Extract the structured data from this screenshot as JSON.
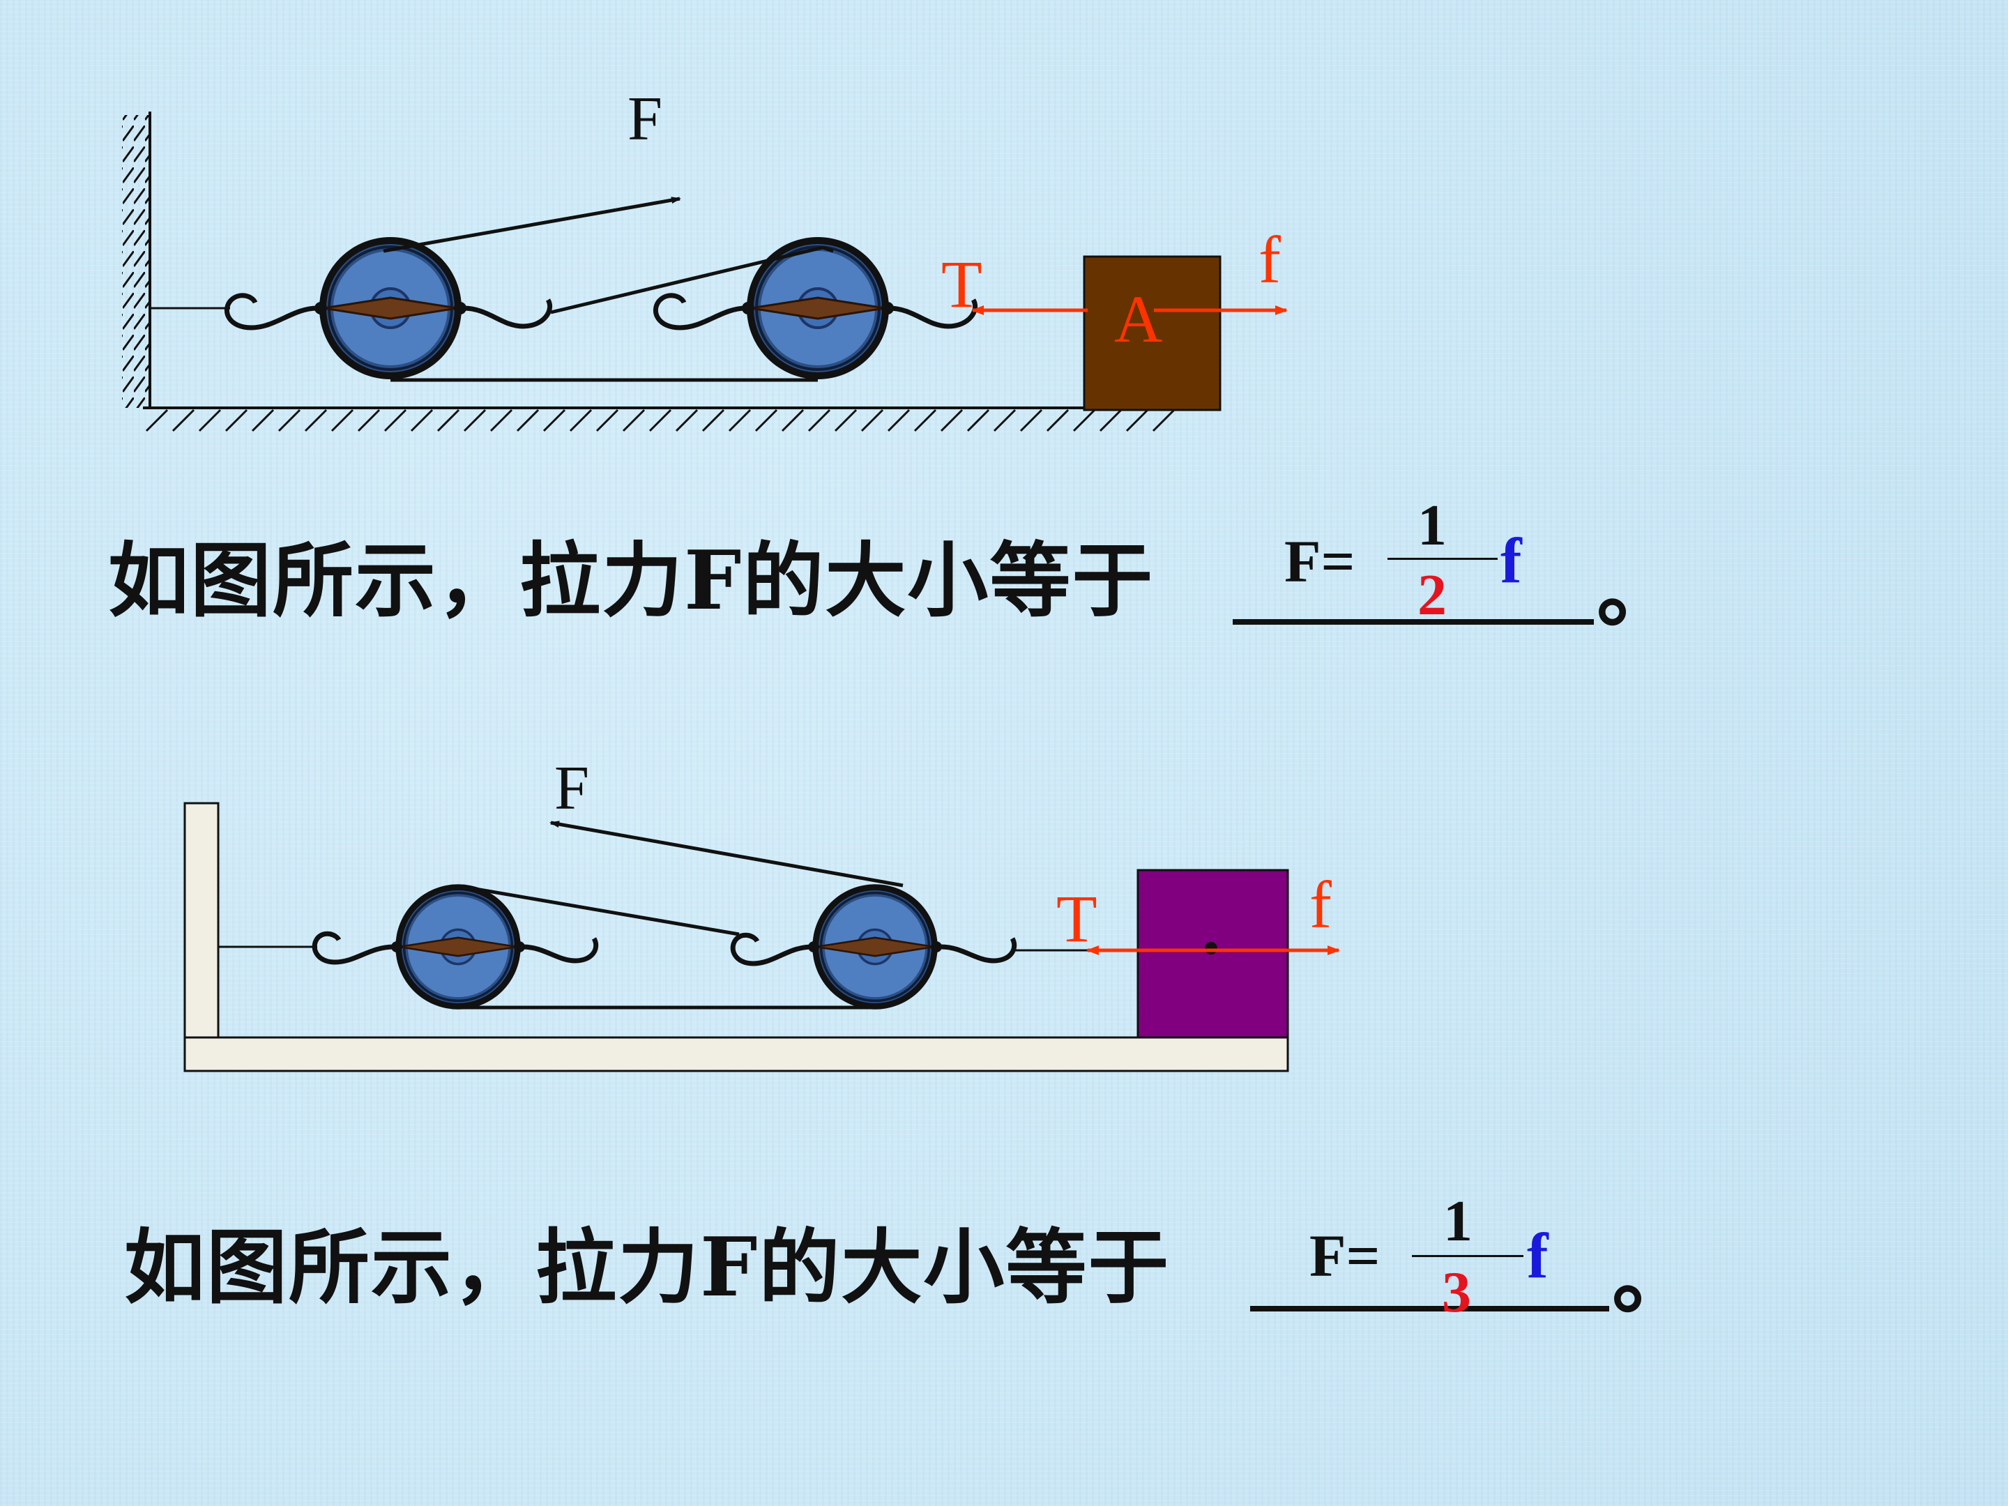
{
  "diagram1": {
    "labels": {
      "force": "F",
      "tension": "T",
      "friction": "f",
      "block": "A"
    },
    "block_color": "#663300",
    "arrow_color": "#ff3300"
  },
  "diagram2": {
    "labels": {
      "force": "F",
      "tension": "T",
      "friction": "f"
    },
    "block_color": "#800080",
    "arrow_color": "#ff3300"
  },
  "question1": {
    "text": "如图所示，拉力F的大小等于",
    "period": "。",
    "answer": {
      "lhs": "F=",
      "numerator": "1",
      "denominator": "2",
      "variable": "f"
    }
  },
  "question2": {
    "text": "如图所示，拉力F的大小等于",
    "period": "。",
    "answer": {
      "lhs": "F=",
      "numerator": "1",
      "denominator": "3",
      "variable": "f"
    }
  },
  "colors": {
    "pulley": "#4f7fc0",
    "answer_denominator": "#e6141e",
    "answer_variable": "#1a1adc"
  }
}
